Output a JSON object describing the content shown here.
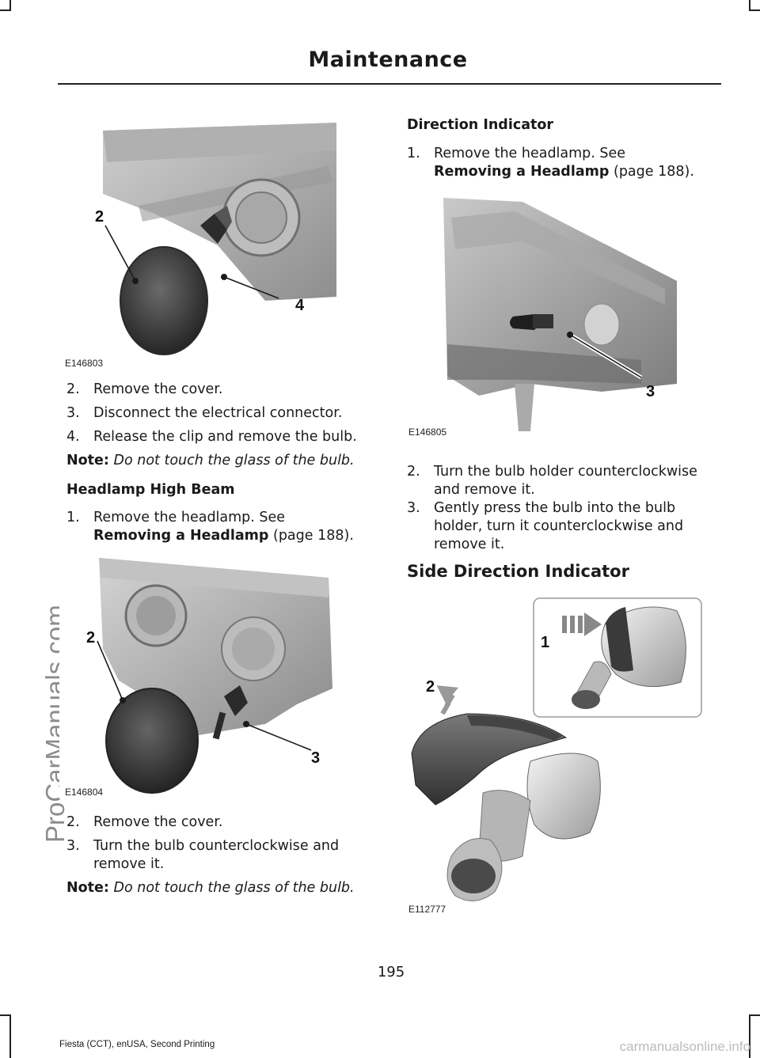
{
  "header": {
    "title": "Maintenance"
  },
  "side_watermark": "ProCarManuals.com",
  "left_column": {
    "fig1": {
      "id": "E146803",
      "callouts": [
        "2",
        "4"
      ]
    },
    "steps_a": [
      {
        "n": "2.",
        "t": "Remove the cover."
      },
      {
        "n": "3.",
        "t": "Disconnect the electrical connector."
      },
      {
        "n": "4.",
        "t": "Release the clip and remove the bulb."
      }
    ],
    "note1": {
      "label": "Note:",
      "text": "Do not touch the glass of the bulb."
    },
    "high_beam": {
      "heading": "Headlamp High Beam",
      "step1_n": "1.",
      "step1_l1": "Remove the headlamp.  See",
      "step1_ref": "Removing a Headlamp",
      "step1_page": "(page 188)."
    },
    "fig2": {
      "id": "E146804",
      "callouts": [
        "2",
        "3"
      ]
    },
    "steps_b": [
      {
        "n": "2.",
        "t": "Remove the cover."
      },
      {
        "n": "3.",
        "t": "Turn the bulb counterclockwise and",
        "t2": "remove it."
      }
    ],
    "note2": {
      "label": "Note:",
      "text": "Do not touch the glass of the bulb."
    }
  },
  "right_column": {
    "direction": {
      "heading": "Direction Indicator",
      "step1_n": "1.",
      "step1_l1": "Remove the headlamp.  See",
      "step1_ref": "Removing a Headlamp",
      "step1_page": "(page 188)."
    },
    "fig3": {
      "id": "E146805",
      "callouts": [
        "3"
      ]
    },
    "steps_c": [
      {
        "n": "2.",
        "t": "Turn the bulb holder counterclockwise",
        "t2": "and remove it."
      },
      {
        "n": "3.",
        "t": "Gently press the bulb into the bulb",
        "t2": "holder, turn it counterclockwise and",
        "t3": "remove it."
      }
    ],
    "side_heading": "Side Direction Indicator",
    "fig4": {
      "id": "E112777",
      "callouts": [
        "1",
        "2"
      ]
    }
  },
  "footer": {
    "page_number": "195",
    "edition": "Fiesta (CCT), enUSA, Second Printing",
    "watermark": "carmanualsonline.info"
  }
}
